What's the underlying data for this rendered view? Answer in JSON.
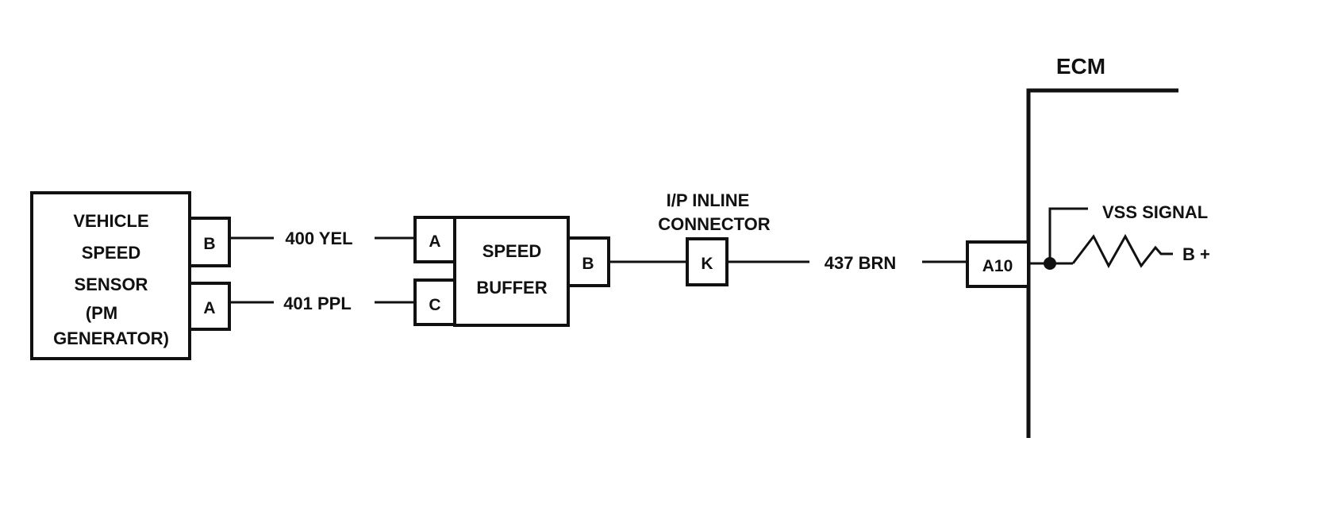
{
  "sensor": {
    "lines": [
      "VEHICLE",
      "SPEED",
      "SENSOR",
      "(PM",
      "GENERATOR)"
    ],
    "pin_b": "B",
    "pin_a": "A"
  },
  "wires": {
    "yel": "400 YEL",
    "ppl": "401 PPL",
    "brn": "437 BRN"
  },
  "buffer": {
    "line1": "SPEED",
    "line2": "BUFFER",
    "pin_a": "A",
    "pin_c": "C",
    "pin_b": "B"
  },
  "inline": {
    "line1": "I/P INLINE",
    "line2": "CONNECTOR",
    "pin": "K"
  },
  "ecm": {
    "title": "ECM",
    "pin": "A10",
    "signal": "VSS SIGNAL",
    "supply": "B +"
  }
}
